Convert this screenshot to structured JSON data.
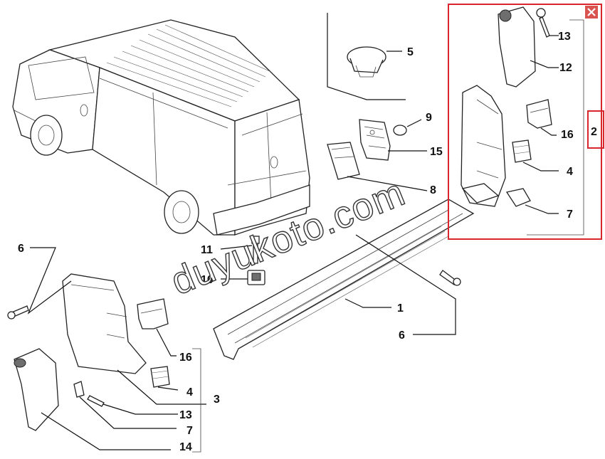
{
  "watermark": "duyukoto.com",
  "colors": {
    "highlight_frame": "#d9262d",
    "lines": "#111111",
    "close_button": "#d9534f"
  },
  "close_button_icon": "close-icon",
  "callouts": {
    "c5": "5",
    "c9": "9",
    "c15": "15",
    "c8": "8",
    "c11": "11",
    "c10": "10",
    "c1": "1",
    "c6_right": "6",
    "c6_left": "6",
    "c16_left": "16",
    "c4_left": "4",
    "c3": "3",
    "c13_left": "13",
    "c7_left": "7",
    "c14": "14",
    "c13_right": "13",
    "c12": "12",
    "c16_right": "16",
    "c4_right": "4",
    "c7_right": "7",
    "c2": "2"
  }
}
